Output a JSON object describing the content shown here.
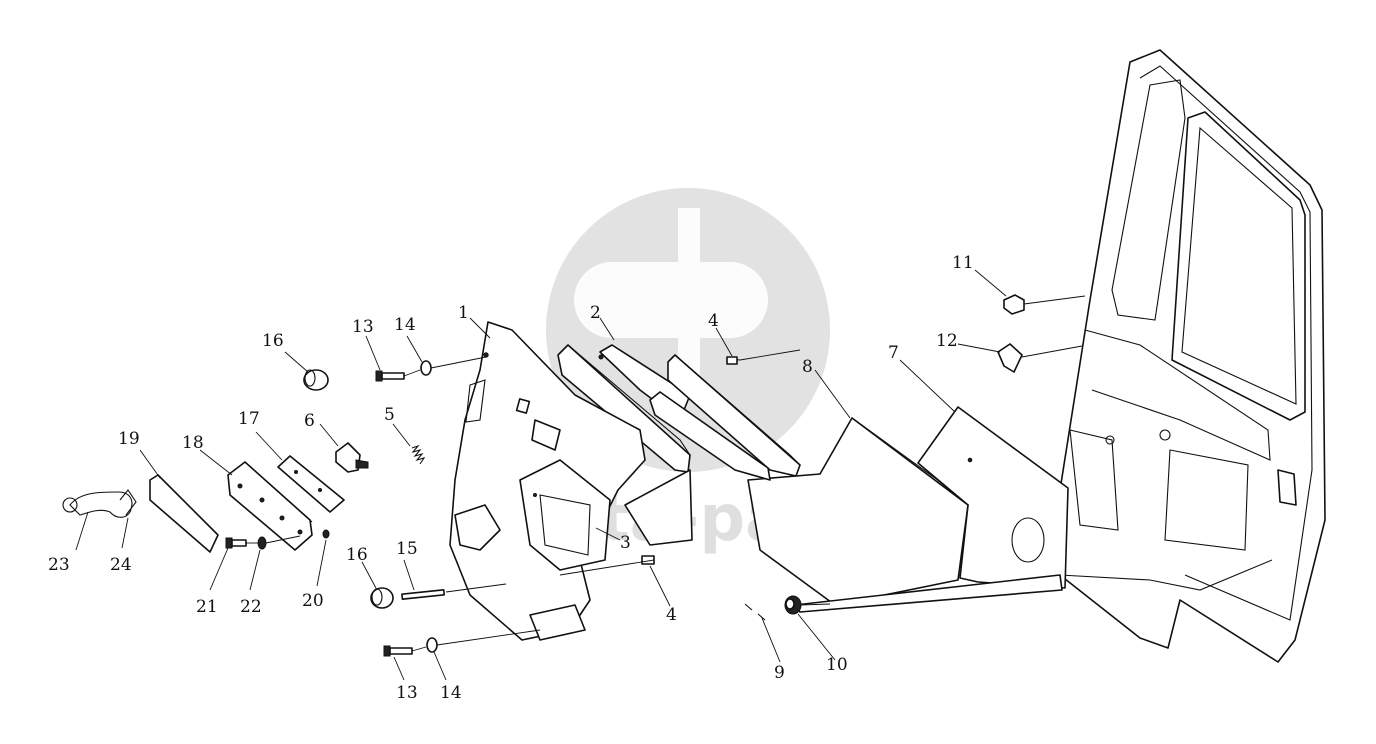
{
  "watermark": {
    "text": "data-parts",
    "color": "#d8d8d8"
  },
  "callouts": [
    {
      "id": "c23",
      "label": "23"
    },
    {
      "id": "c24",
      "label": "24"
    },
    {
      "id": "c19",
      "label": "19"
    },
    {
      "id": "c18",
      "label": "18"
    },
    {
      "id": "c17",
      "label": "17"
    },
    {
      "id": "c21",
      "label": "21"
    },
    {
      "id": "c22",
      "label": "22"
    },
    {
      "id": "c20",
      "label": "20"
    },
    {
      "id": "c16a",
      "label": "16"
    },
    {
      "id": "c6",
      "label": "6"
    },
    {
      "id": "c13a",
      "label": "13"
    },
    {
      "id": "c14a",
      "label": "14"
    },
    {
      "id": "c5",
      "label": "5"
    },
    {
      "id": "c16b",
      "label": "16"
    },
    {
      "id": "c15",
      "label": "15"
    },
    {
      "id": "c13b",
      "label": "13"
    },
    {
      "id": "c14b",
      "label": "14"
    },
    {
      "id": "c1",
      "label": "1"
    },
    {
      "id": "c2",
      "label": "2"
    },
    {
      "id": "c4a",
      "label": "4"
    },
    {
      "id": "c3",
      "label": "3"
    },
    {
      "id": "c4b",
      "label": "4"
    },
    {
      "id": "c8",
      "label": "8"
    },
    {
      "id": "c7",
      "label": "7"
    },
    {
      "id": "c9",
      "label": "9"
    },
    {
      "id": "c10",
      "label": "10"
    },
    {
      "id": "c11",
      "label": "11"
    },
    {
      "id": "c12",
      "label": "12"
    }
  ]
}
